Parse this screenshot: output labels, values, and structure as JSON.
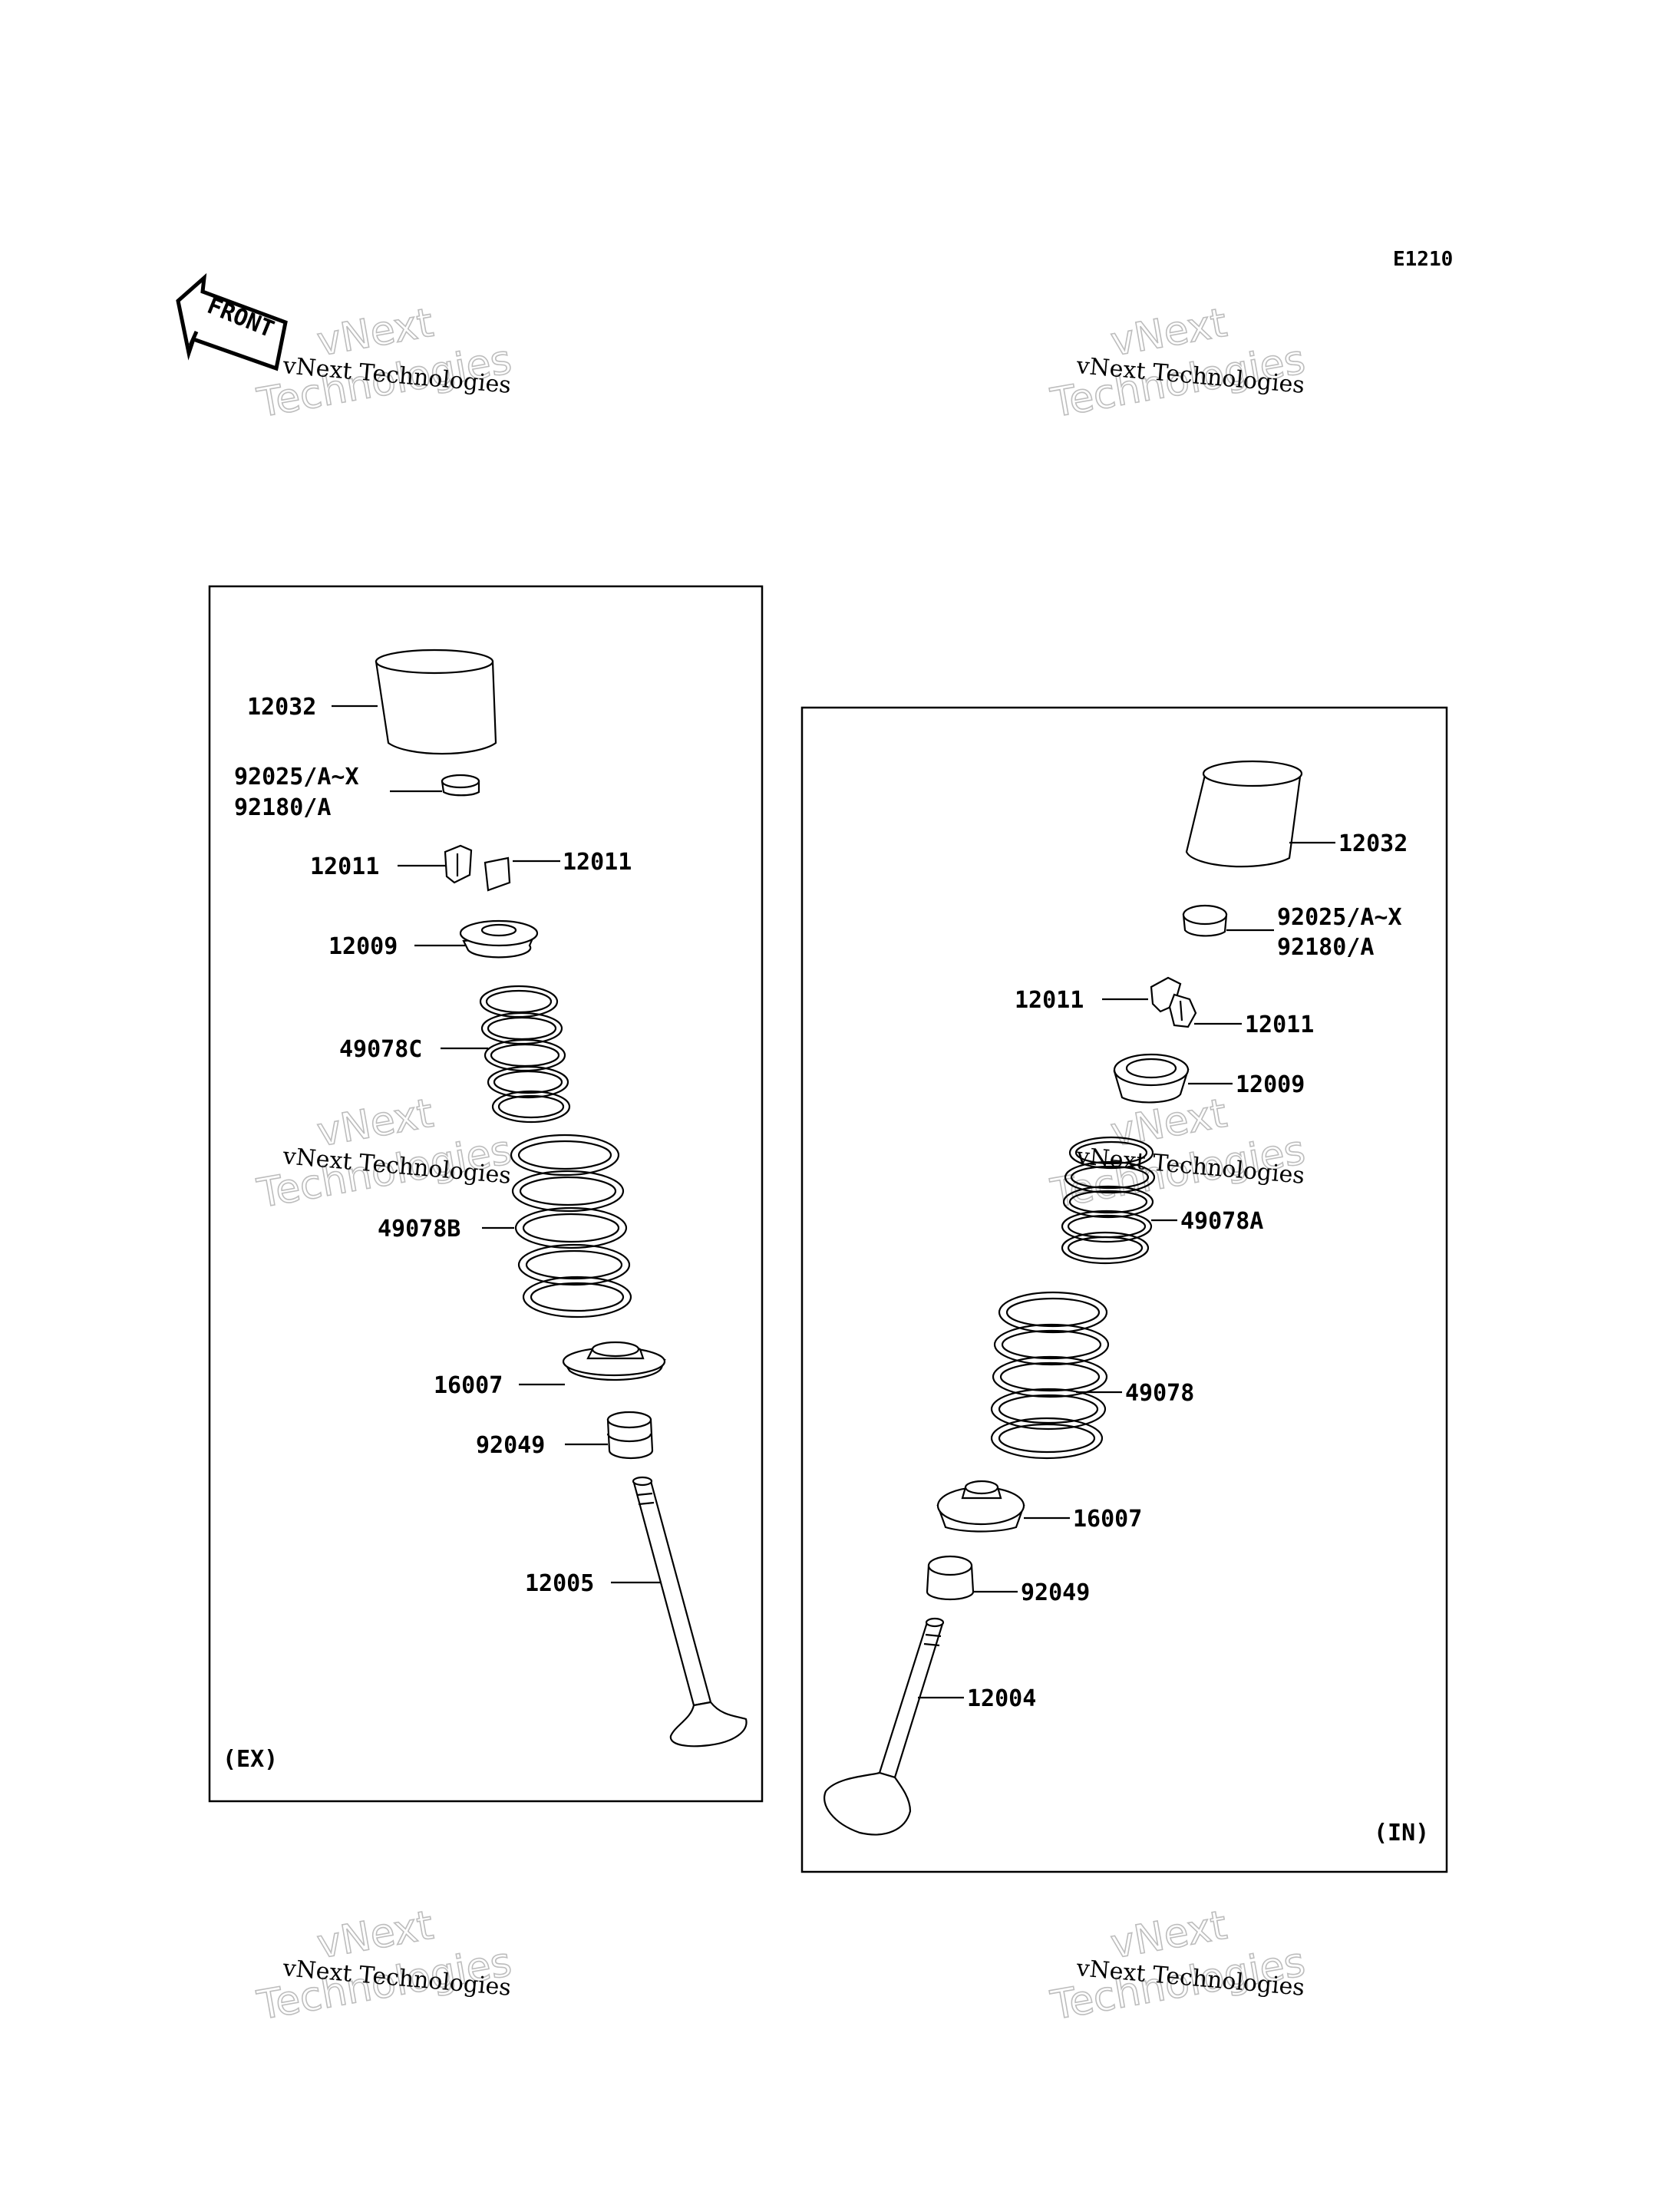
{
  "header": {
    "diagram_code": "E1210"
  },
  "front_badge": {
    "label": "FRONT"
  },
  "watermark": {
    "line1": "vNext Technologies",
    "big_top": "vNext",
    "big_bottom": "Technologies"
  },
  "exhaust_group": {
    "tag": "(EX)",
    "labels": {
      "lifter": "12032",
      "shim_a": "92025/A~X",
      "shim_b": "92180/A",
      "keeper_left": "12011",
      "keeper_right": "12011",
      "retainer": "12009",
      "inner_spring": "49078C",
      "outer_spring": "49078B",
      "spring_seat": "16007",
      "stem_seal": "92049",
      "valve": "12005"
    }
  },
  "intake_group": {
    "tag": "(IN)",
    "labels": {
      "lifter": "12032",
      "shim_a": "92025/A~X",
      "shim_b": "92180/A",
      "keeper_left": "12011",
      "keeper_right": "12011",
      "retainer": "12009",
      "inner_spring": "49078A",
      "outer_spring": "49078",
      "spring_seat": "16007",
      "stem_seal": "92049",
      "valve": "12004"
    }
  }
}
